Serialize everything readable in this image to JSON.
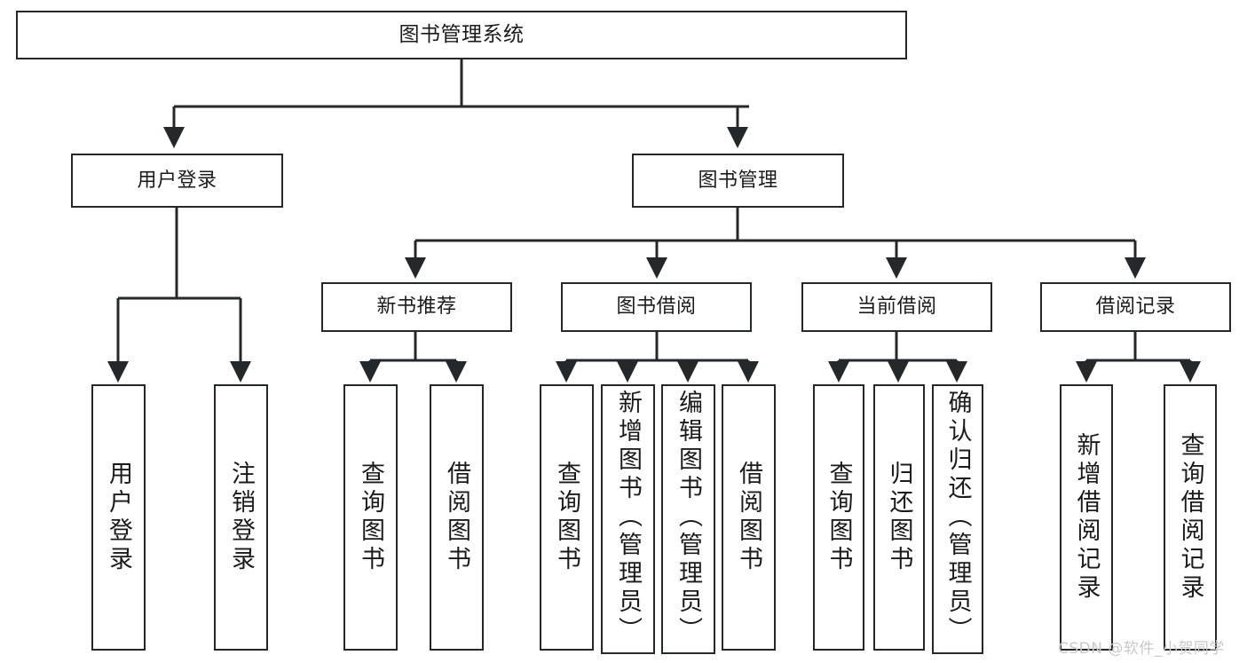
{
  "diagram": {
    "title": "图书管理系统",
    "type": "hierarchy-tree",
    "colors": {
      "box_border": "#25282b",
      "box_fill": "#ffffff",
      "connector": "#25282b",
      "text": "#1b1b1b",
      "watermark": "#c9c9c9",
      "background": "#ffffff"
    },
    "root": {
      "label": "图书管理系统"
    },
    "level2": [
      {
        "label": "用户登录"
      },
      {
        "label": "图书管理"
      }
    ],
    "level3": [
      {
        "label": "新书推荐"
      },
      {
        "label": "图书借阅"
      },
      {
        "label": "当前借阅"
      },
      {
        "label": "借阅记录"
      }
    ],
    "leaves": {
      "user_login": [
        {
          "label": "用户登录"
        },
        {
          "label": "注销登录"
        }
      ],
      "new_book_recommend": [
        {
          "label": "查询图书"
        },
        {
          "label": "借阅图书"
        }
      ],
      "book_borrow": [
        {
          "label": "查询图书"
        },
        {
          "label": "新增图书（管理员）"
        },
        {
          "label": "编辑图书（管理员）"
        },
        {
          "label": "借阅图书"
        }
      ],
      "current_borrow": [
        {
          "label": "查询图书"
        },
        {
          "label": "归还图书"
        },
        {
          "label": "确认归还（管理员）"
        }
      ],
      "borrow_record": [
        {
          "label": "新增借阅记录"
        },
        {
          "label": "查询借阅记录"
        }
      ]
    },
    "watermark": "CSDN @软件_小贺同学"
  }
}
